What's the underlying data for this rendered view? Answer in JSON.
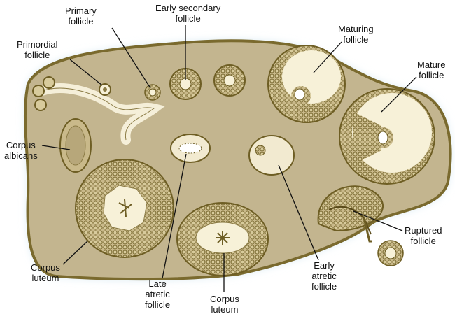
{
  "title": "Ovary structures",
  "colors": {
    "stroma": "#c3b58f",
    "border": "#7a6a2e",
    "antrum": "#f7f1d8",
    "halo": "#d6e9f2",
    "line": "#111111"
  },
  "labels": {
    "primary": [
      "Primary",
      "follicle"
    ],
    "early_secondary": [
      "Early secondary",
      "follicle"
    ],
    "primordial": [
      "Primordial",
      "follicle"
    ],
    "maturing": [
      "Maturing",
      "follicle"
    ],
    "mature": [
      "Mature",
      "follicle"
    ],
    "corpus_albicans": [
      "Corpus",
      "albicans"
    ],
    "ruptured": [
      "Ruptured",
      "follicle"
    ],
    "corpus_luteum_left": [
      "Corpus",
      "luteum"
    ],
    "late_atretic": [
      "Late",
      "atretic",
      "follicle"
    ],
    "corpus_luteum_bottom": [
      "Corpus",
      "luteum"
    ],
    "early_atretic": [
      "Early",
      "atretic",
      "follicle"
    ]
  }
}
